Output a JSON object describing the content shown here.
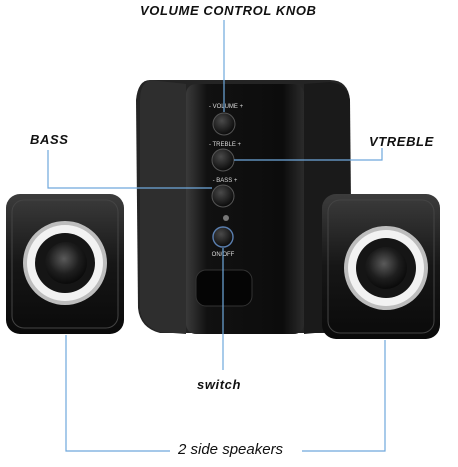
{
  "callouts": {
    "volume": "VOLUME CONTROL KNOB",
    "bass": "BASS",
    "treble": "VTREBLE",
    "switch": "switch",
    "side_speakers": "2 side speakers"
  },
  "panel_labels": {
    "volume": "- VOLUME +",
    "treble": "- TREBLE +",
    "bass": "- BASS +",
    "power": "ON/OFF"
  },
  "colors": {
    "leader_line": "#6fa8dc",
    "body": "#1c1c1c",
    "cone": "#2a2a2a",
    "ring": "#e8e8e8"
  }
}
